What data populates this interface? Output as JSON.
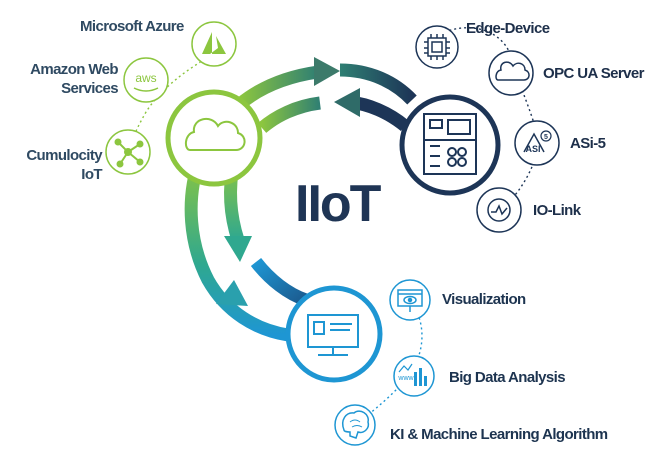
{
  "title": "IIoT",
  "cloud_platforms": [
    {
      "label": "Microsoft Azure",
      "icon": "azure-icon"
    },
    {
      "label_line1": "Amazon Web",
      "label_line2": "Services",
      "icon": "aws-icon",
      "icon_text": "aws"
    },
    {
      "label_line1": "Cumulocity",
      "label_line2": "IoT",
      "icon": "cumulocity-icon"
    }
  ],
  "edge": [
    {
      "label": "Edge-Device",
      "icon": "chip-icon"
    },
    {
      "label": "OPC UA Server",
      "icon": "cloud-server-icon"
    },
    {
      "label": "ASi-5",
      "icon": "asi5-icon",
      "icon_text": "ASI",
      "icon_badge": "5"
    },
    {
      "label": "IO-Link",
      "icon": "io-link-icon"
    }
  ],
  "analytics": [
    {
      "label": "Visualization",
      "icon": "visualization-icon"
    },
    {
      "label": "Big Data Analysis",
      "icon": "big-data-icon",
      "icon_text": "www"
    },
    {
      "label": "KI & Machine Learning Algorithm",
      "icon": "brain-icon"
    }
  ],
  "colors": {
    "green": "#8cc63f",
    "navy": "#1d3557",
    "blue": "#1e96d3",
    "teal": "#2e8a85",
    "text": "#1f3555"
  }
}
